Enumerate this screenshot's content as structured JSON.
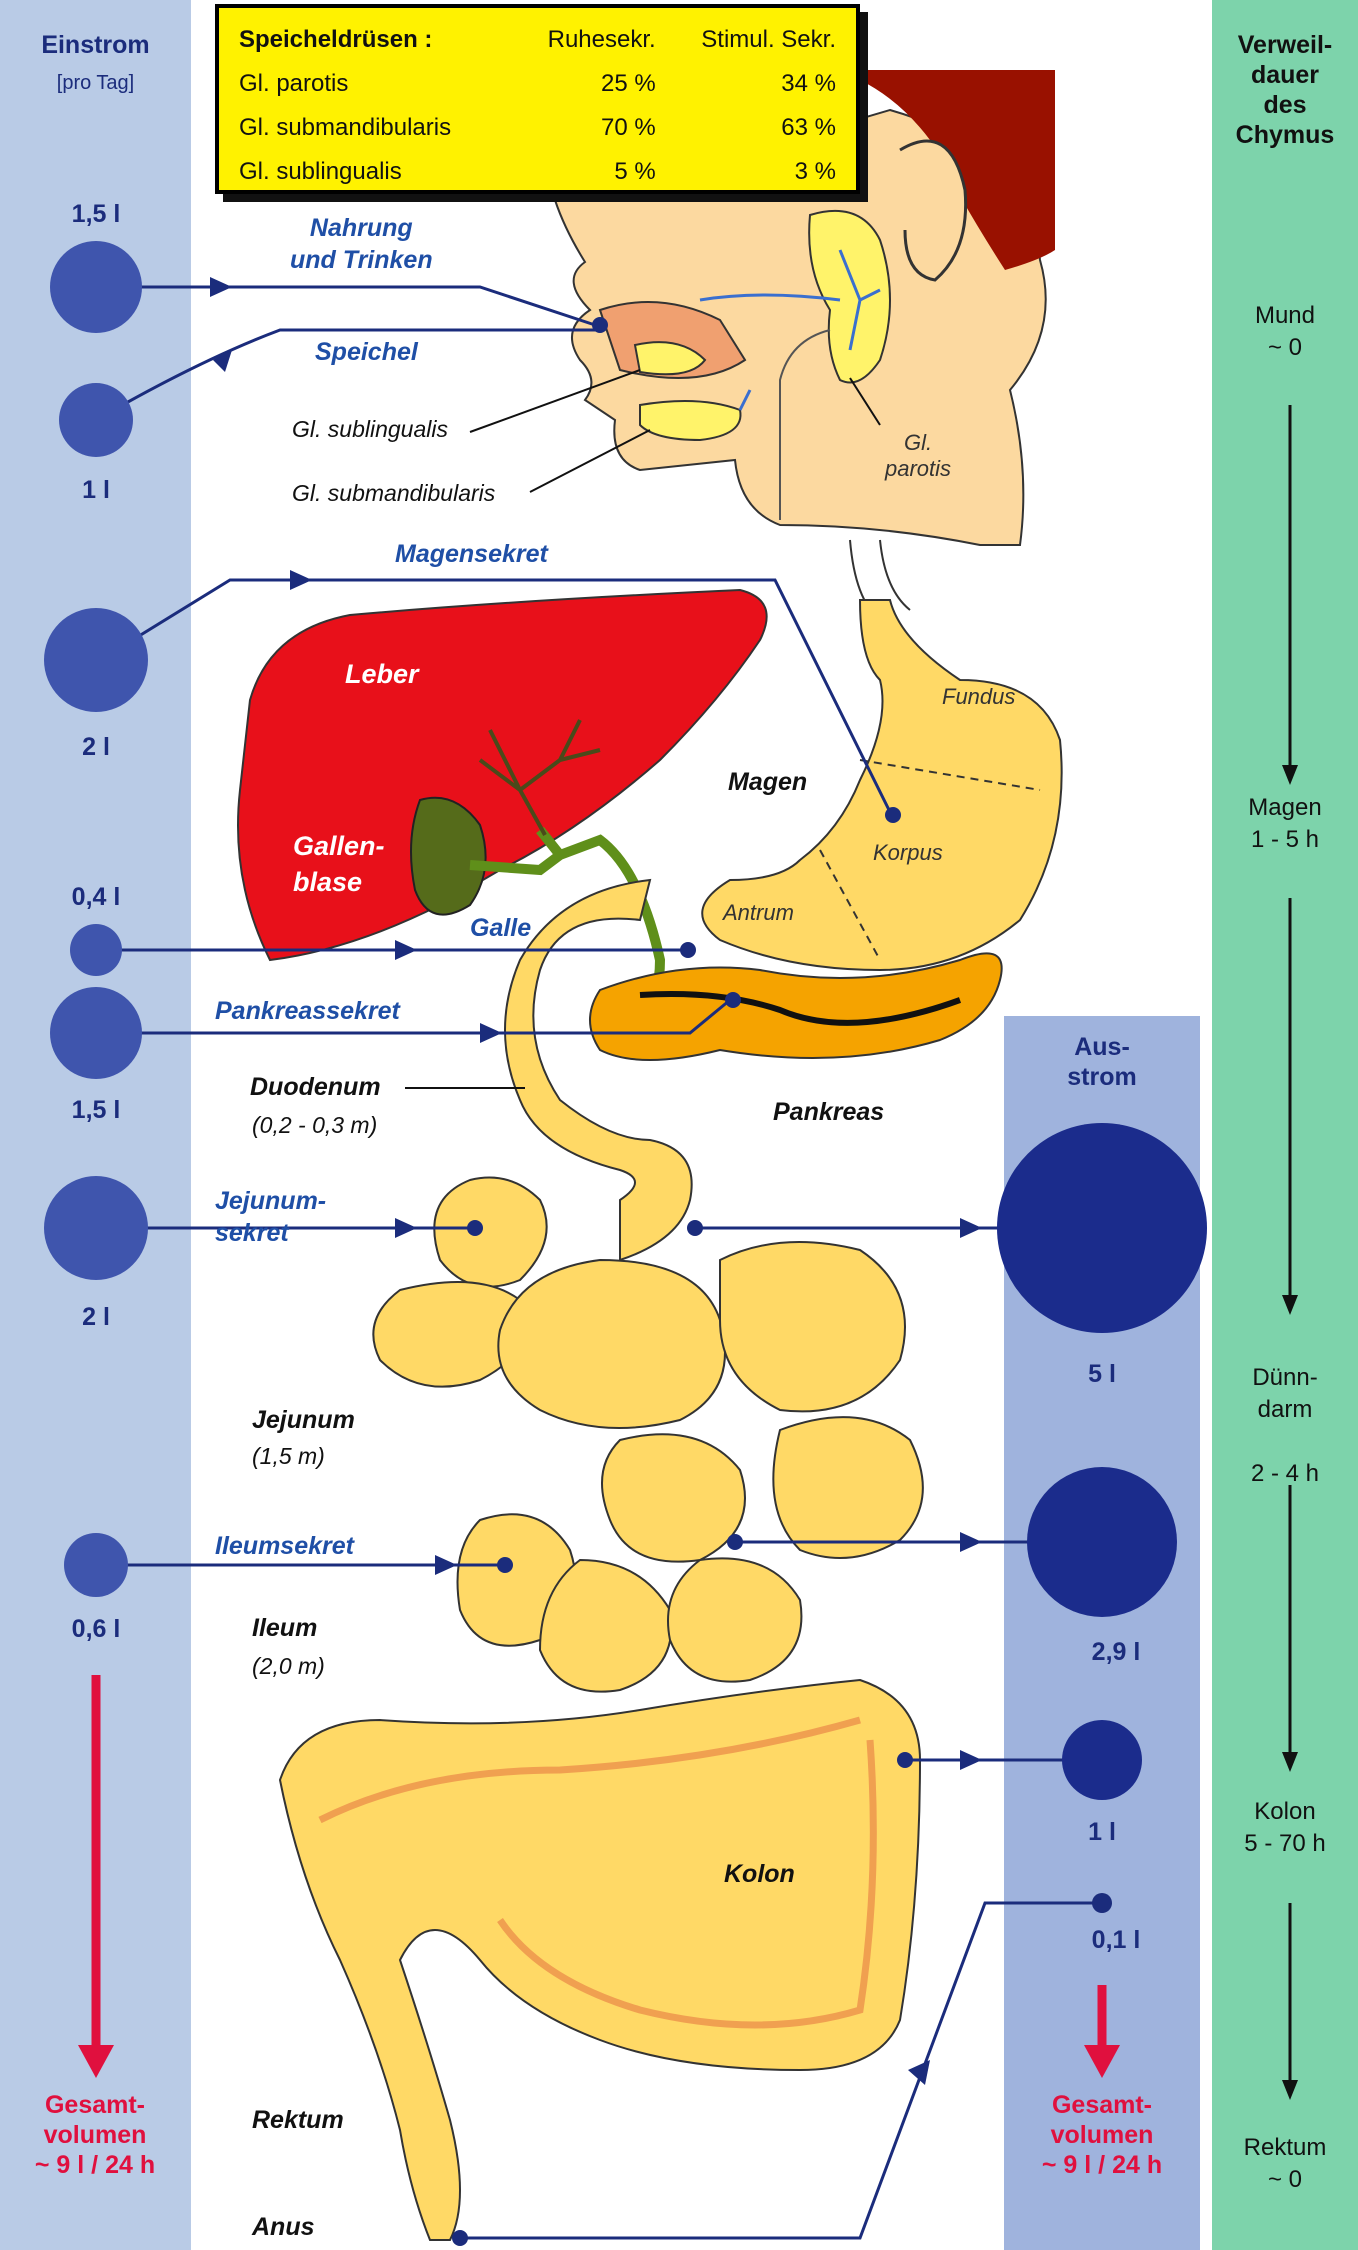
{
  "saliva_table": {
    "headers": [
      "Speicheldrüsen :",
      "Ruhesekr.",
      "Stimul. Sekr."
    ],
    "rows": [
      [
        "Gl. parotis",
        "25 %",
        "34 %"
      ],
      [
        "Gl. submandibularis",
        "70 %",
        "63 %"
      ],
      [
        "Gl. sublingualis",
        "5 %",
        "3 %"
      ]
    ]
  },
  "inflow": {
    "title": "Einstrom",
    "subtitle": "[pro Tag]",
    "volumes": {
      "food": "1,5 l",
      "saliva": "1 l",
      "gastric": "2 l",
      "bile": "0,4 l",
      "pancreas": "1,5 l",
      "jejunum": "2 l",
      "ileum": "0,6 l"
    },
    "total": [
      "Gesamt-",
      "volumen",
      "~ 9 l / 24 h"
    ]
  },
  "outflow": {
    "title": [
      "Aus-",
      "strom"
    ],
    "volumes": {
      "jejunum": "5 l",
      "ileum": "2,9 l",
      "colon": "1 l",
      "feces": "0,1 l"
    },
    "total": [
      "Gesamt-",
      "volumen",
      "~ 9 l / 24 h"
    ]
  },
  "residence": {
    "title": [
      "Verweil-",
      "dauer",
      "des",
      "Chymus"
    ],
    "stations": [
      {
        "name": "Mund",
        "time": "~ 0"
      },
      {
        "name": "Magen",
        "time": "1 - 5 h"
      },
      {
        "name": "Dünn-\ndarm",
        "time": "2 - 4 h"
      },
      {
        "name": "Kolon",
        "time": "5 - 70 h"
      },
      {
        "name": "Rektum",
        "time": "~ 0"
      }
    ]
  },
  "labels": {
    "nahrung": [
      "Nahrung",
      "und Trinken"
    ],
    "speichel": "Speichel",
    "gl_sublingualis": "Gl. sublingualis",
    "gl_submandibularis": "Gl. submandibularis",
    "gl_parotis": [
      "Gl.",
      "parotis"
    ],
    "magensekret": "Magensekret",
    "leber": "Leber",
    "gallenblase": [
      "Gallen-",
      "blase"
    ],
    "galle": "Galle",
    "magen": "Magen",
    "fundus": "Fundus",
    "korpus": "Korpus",
    "antrum": "Antrum",
    "pankreassekret": "Pankreassekret",
    "pankreas": "Pankreas",
    "duodenum": "Duodenum",
    "duodenum_len": "(0,2 - 0,3 m)",
    "jejunumsekret": [
      "Jejunum-",
      "sekret"
    ],
    "jejunum": "Jejunum",
    "jejunum_len": "(1,5 m)",
    "ileumsekret": "Ileumsekret",
    "ileum": "Ileum",
    "ileum_len": "(2,0 m)",
    "kolon": "Kolon",
    "rektum": "Rektum",
    "anus": "Anus"
  },
  "colors": {
    "inflow_column": "#b9cbe6",
    "outflow_column": "#9fb3dd",
    "residence_column": "#7dd3ab",
    "circle": "#3f55ad",
    "arrow": "#1b2c7c",
    "total_red": "#e0103e",
    "liver": "#e8101a",
    "intestine": "#ffd966",
    "pancreas": "#f5a300",
    "table": "#fff200"
  }
}
